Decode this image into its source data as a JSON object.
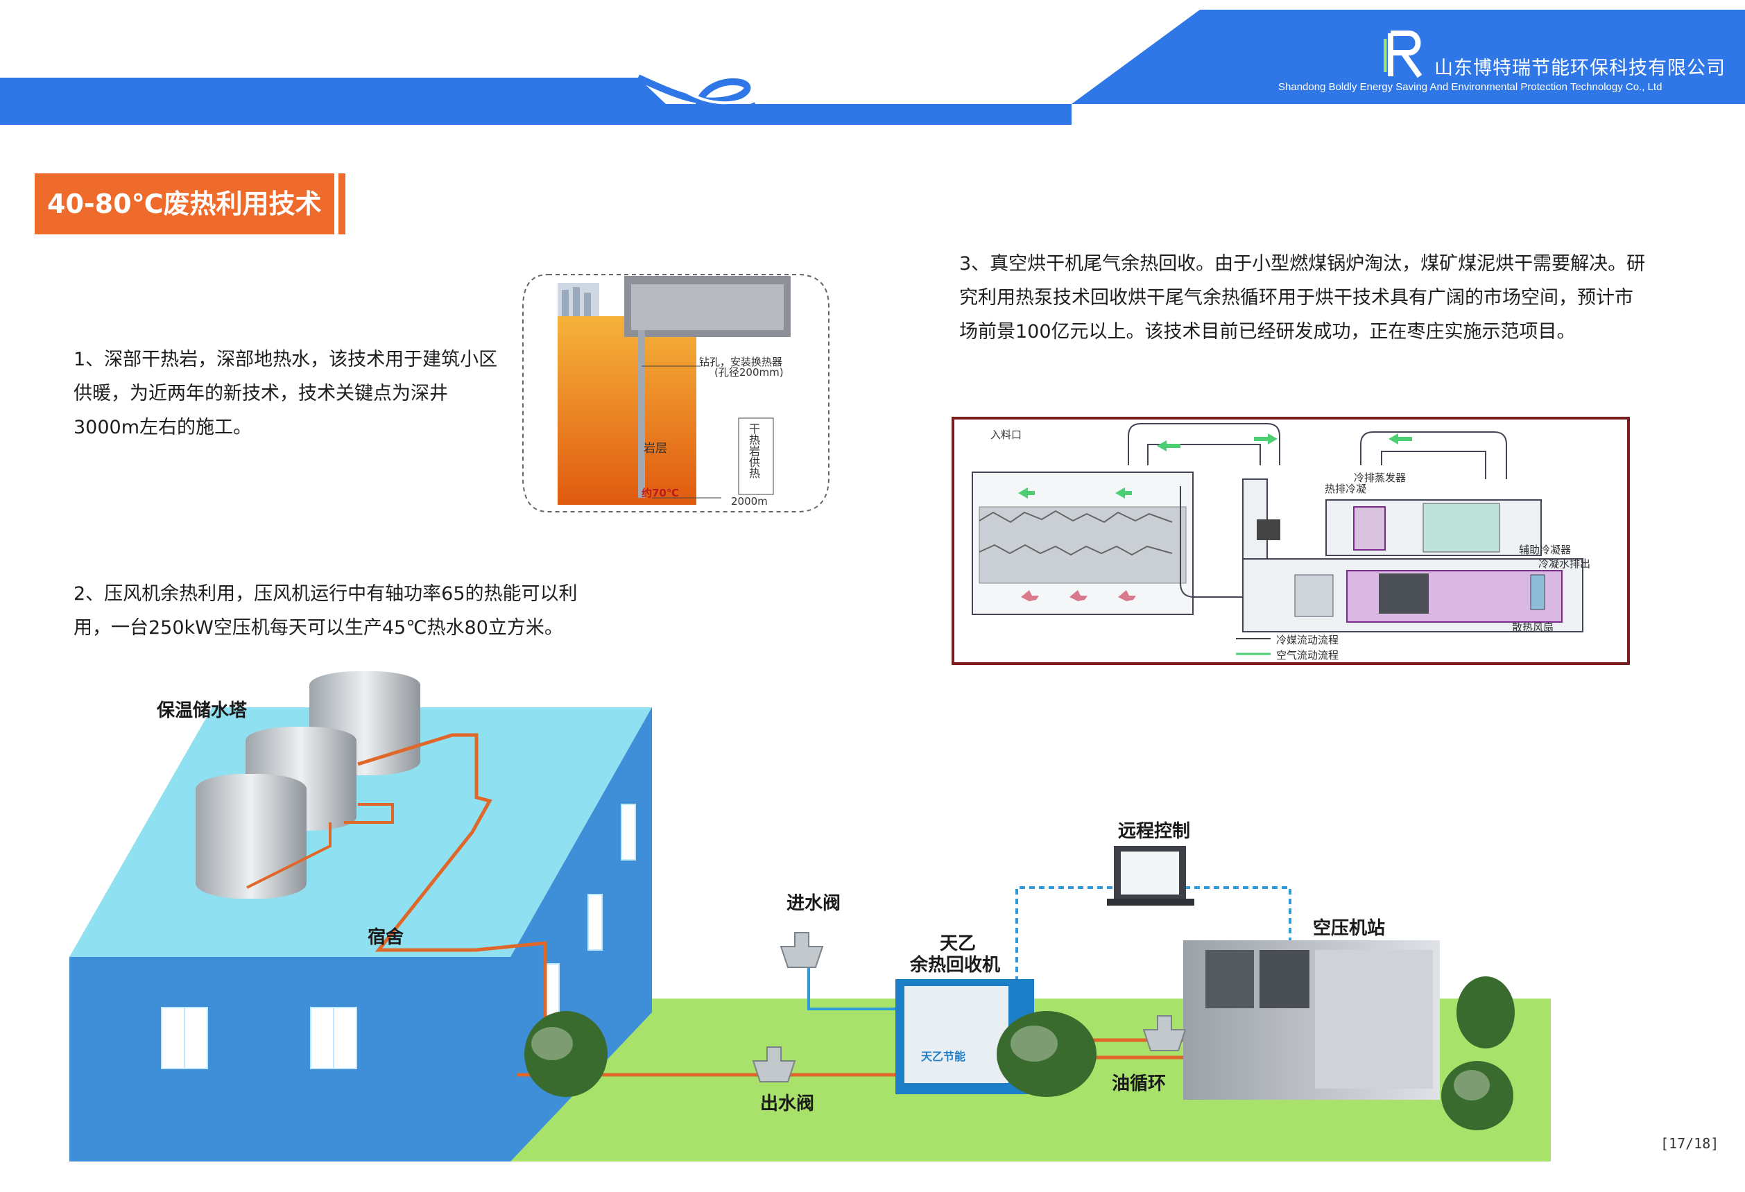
{
  "header": {
    "company_cn": "山东博特瑞节能环保科技有限公司",
    "company_en": "Shandong Boldly Energy Saving And Environmental Protection Technology Co., Ltd",
    "accent_color": "#2f77e6"
  },
  "section_title": "40-80℃废热利用技术",
  "section_title_color": "#ef6b2c",
  "items": [
    {
      "text": "1、深部干热岩，深部地热水，该技术用于建筑小区供暖，为近两年的新技术，技术关键点为深井3000m左右的施工。"
    },
    {
      "text": "2、压风机余热利用，压风机运行中有轴功率65的热能可以利用，一台250kW空压机每天可以生产45℃热水80立方米。"
    },
    {
      "text": "3、真空烘干机尾气余热回收。由于小型燃煤锅炉淘汰，煤矿煤泥烘干需要解决。研究利用热泵技术回收烘干尾气余热循环用于烘干技术具有广阔的市场空间，预计市场前景100亿元以上。该技术目前已经研发成功，正在枣庄实施示范项目。"
    }
  ],
  "geothermal_figure": {
    "drill_label": "钻孔，安装换热器",
    "drill_sub": "(孔径200mm)",
    "rock_label": "岩层",
    "temp_label": "约70℃",
    "side_label": "干热岩供热",
    "depth_label": "2000m"
  },
  "dryer_figure": {
    "inlet_label": "入料口",
    "evaporator_label": "冷排蒸发器",
    "heat_label": "热排冷凝",
    "aux_label": "辅助冷凝器",
    "water_out_label": "冷凝水排出",
    "fan_label": "散热风扇",
    "legend_1": "冷媒流动流程",
    "legend_2": "空气流动流程"
  },
  "compressor_figure": {
    "tower_label": "保温储水塔",
    "dorm_label": "宿舍",
    "inlet_valve_label": "进水阀",
    "recovery_label_1": "天乙",
    "recovery_label_2": "余热回收机",
    "remote_label": "远程控制",
    "station_label": "空压机站",
    "outlet_valve_label": "出水阀",
    "oil_label": "油循环",
    "brand_label": "天乙节能"
  },
  "page_number": "[17/18]"
}
